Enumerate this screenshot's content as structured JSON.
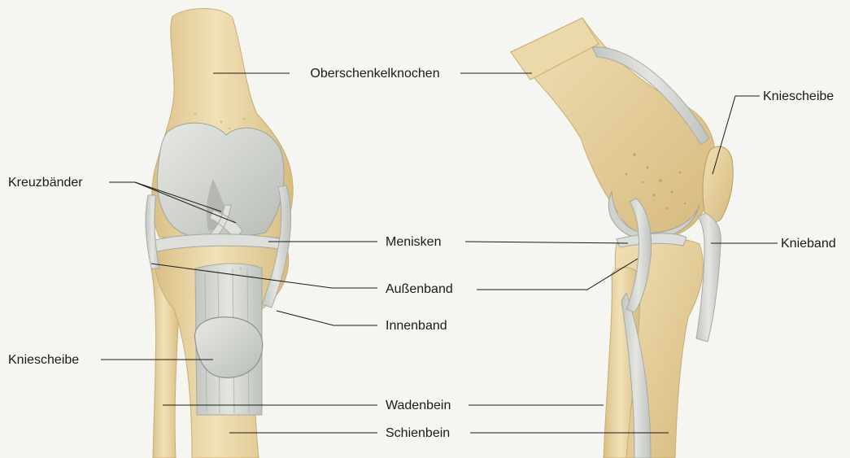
{
  "labels": {
    "oberschenkelknochen": "Oberschenkelknochen",
    "kreuzbaender": "Kreuzbänder",
    "menisken": "Menisken",
    "aussenband": "Außenband",
    "innenband": "Innenband",
    "kniescheibe_left": "Kniescheibe",
    "wadenbein": "Wadenbein",
    "schienbein": "Schienbein",
    "kniescheibe_right": "Kniescheibe",
    "knieband": "Knieband"
  },
  "colors": {
    "background": "#f5f5f2",
    "bone": "#ead7a8",
    "bone_shadow": "#d9bf85",
    "cartilage": "#d4d7d2",
    "ligament": "#c9ccc8",
    "text": "#1a1a1a"
  }
}
